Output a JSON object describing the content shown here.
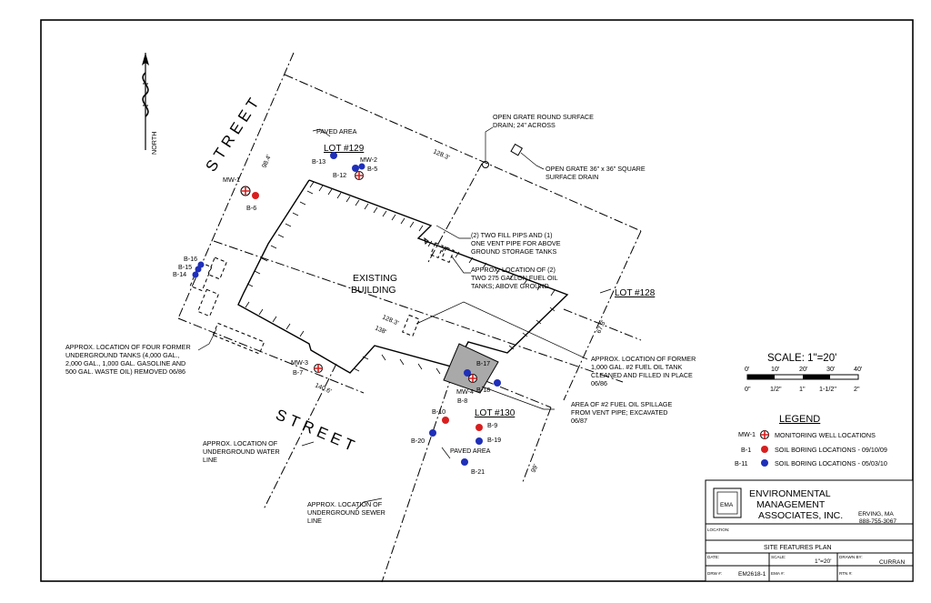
{
  "north_label": "NORTH",
  "streets": [
    "STREET",
    "STREET"
  ],
  "lots": [
    "LOT #129",
    "LOT #128",
    "LOT #130"
  ],
  "building_label": [
    "EXISTING",
    "BUILDING"
  ],
  "paved_labels": [
    "PAVED AREA",
    "PAVED AREA"
  ],
  "dimensions": [
    "128.3'",
    "128.3'",
    "138'",
    "140.6'",
    "98.4'",
    "67.3'",
    "99'"
  ],
  "annotations": {
    "round_drain": [
      "OPEN GRATE ROUND SURFACE",
      "DRAIN; 24\" ACROSS"
    ],
    "square_drain": [
      "OPEN GRATE 36\" x 36\" SQUARE",
      "SURFACE DRAIN"
    ],
    "fill_pipes": [
      "(2) TWO FILL PIPS AND (1)",
      "ONE VENT PIPE FOR ABOVE",
      "GROUND STORAGE TANKS"
    ],
    "fuel_tanks": [
      "APPROX. LOCATION OF (2)",
      "TWO 275 GALLON FUEL OIL",
      "TANKS; ABOVE GROUND"
    ],
    "former_tanks": [
      "APPROX. LOCATION OF FOUR FORMER",
      "UNDERGROUND TANKS (4,000 GAL.,",
      "2,000 GAL., 1,000 GAL. GASOLINE AND",
      "500 GAL. WASTE OIL) REMOVED 06/86"
    ],
    "former_fuel_tank": [
      "APPROX. LOCATION OF FORMER",
      "1,000 GAL. #2 FUEL OIL TANK",
      "CLEANED AND FILLED IN PLACE",
      "06/86"
    ],
    "spillage": [
      "AREA OF #2 FUEL OIL SPILLAGE",
      "FROM VENT PIPE; EXCAVATED",
      "06/87"
    ],
    "water_line": [
      "APPROX. LOCATION OF",
      "UNDERGROUND WATER",
      "LINE"
    ],
    "sewer_line": [
      "APPROX. LOCATION OF",
      "UNDERGROUND SEWER",
      "LINE"
    ]
  },
  "points": {
    "mw1": "MW-1",
    "b6": "B-6",
    "b13": "B-13",
    "b12": "B-12",
    "mw2": "MW-2",
    "b5": "B-5",
    "b16": "B-16",
    "b15": "B-15",
    "b14": "B-14",
    "mw3": "MW-3",
    "b7": "B-7",
    "b17": "B-17",
    "mw4": "MW-4",
    "b8": "B-8",
    "b18": "B-18",
    "b10": "B-10",
    "b9": "B-9",
    "b19": "B-19",
    "b20": "B-20",
    "b21": "B-21"
  },
  "scale": {
    "title": "SCALE: 1\"=20'",
    "top_ticks": [
      "0'",
      "10'",
      "20'",
      "30'",
      "40'"
    ],
    "bottom_ticks": [
      "0\"",
      "1/2\"",
      "1\"",
      "1-1/2\"",
      "2\""
    ]
  },
  "legend": {
    "title": "LEGEND",
    "items": [
      {
        "code": "MW-1",
        "text": "MONITORING WELL LOCATIONS",
        "symbol": "well"
      },
      {
        "code": "B-1",
        "text": "SOIL BORING LOCATIONS - 09/10/09",
        "symbol": "red",
        "color": "#d81e1e"
      },
      {
        "code": "B-11",
        "text": "SOIL BORING LOCATIONS - 05/03/10",
        "symbol": "blue",
        "color": "#1f2fb8"
      }
    ]
  },
  "title_block": {
    "company": [
      "ENVIRONMENTAL",
      "MANAGEMENT",
      "ASSOCIATES, INC."
    ],
    "logo": "EMA",
    "city": "ERVING, MA",
    "phone": "888-755-3067",
    "location_label": "LOCATION:",
    "plan_title": "SITE FEATURES PLAN",
    "date_label": "DATE:",
    "scale_label": "SCALE:",
    "scale_value": "1\"=20'",
    "drawn_by_label": "DRAWN BY:",
    "drawn_by_value": "CURRAN",
    "drw_label": "DRW #:",
    "drw_value": "EM2618-1",
    "ema_label": "EMA #:",
    "rtn_label": "RTN #:"
  },
  "colors": {
    "red": "#d81e1e",
    "blue": "#1f2fb8",
    "spill": "#a9a9a9"
  }
}
